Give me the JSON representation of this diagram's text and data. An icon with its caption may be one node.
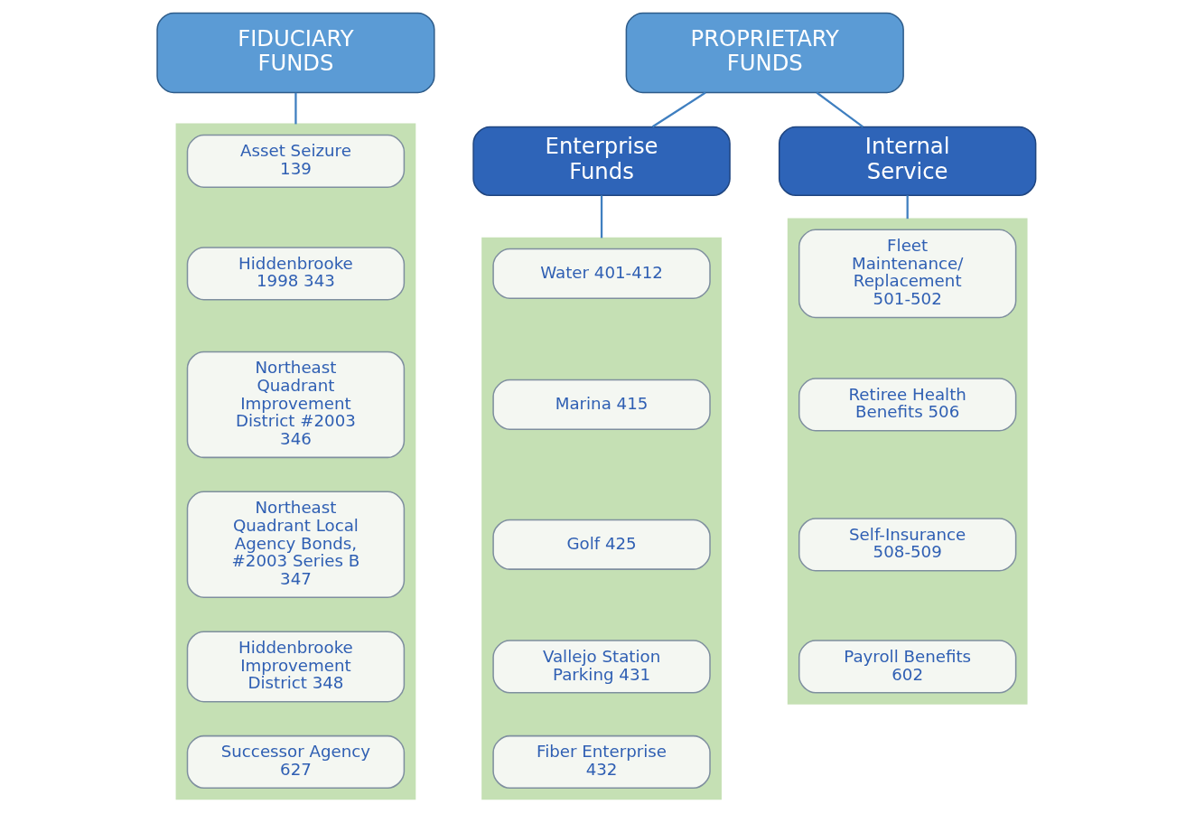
{
  "diagram": {
    "nodes": [
      {
        "text": [
          "FIDUCIARY FUNDS"
        ]
      },
      {
        "text": [],
        "shape": "box"
      },
      {
        "text": [
          "Asset Seizure 139"
        ],
        "in": 1
      },
      {
        "text": [
          "Hiddenbrooke 1998 343"
        ],
        "in": 1
      },
      {
        "text": [
          "Northeast Quadrant Improvement District #2003 346"
        ],
        "in": 1
      },
      {
        "text": [
          "Northeast Quadrant Local Agency Bonds, #2003 Series B 347"
        ],
        "in": 1
      },
      {
        "text": [
          "Hiddenbrooke Improvement District 348"
        ],
        "in": 1
      },
      {
        "text": [
          "Successor Agency 627"
        ],
        "in": 1
      },
      {
        "text": [
          "PROPRIETARY FUNDS"
        ]
      },
      {
        "text": [
          "Enterprise Funds"
        ]
      },
      {
        "text": [
          "Internal Service"
        ]
      },
      {
        "text": [],
        "shape": "box"
      },
      {
        "text": [
          "Water 401-412"
        ],
        "in": 11
      },
      {
        "text": [
          "Marina 415"
        ],
        "in": 11
      },
      {
        "text": [
          "Golf 425"
        ],
        "in": 11
      },
      {
        "text": [
          "Vallejo Station Parking 431"
        ],
        "in": 11
      },
      {
        "text": [
          "Fiber Enterprise 432"
        ],
        "in": 11
      },
      {
        "text": [],
        "shape": "box"
      },
      {
        "text": [
          "Fleet Maintenance/ Replacement 501-502"
        ],
        "in": 17
      },
      {
        "text": [
          "Retiree Health Benefits 506"
        ],
        "in": 17
      },
      {
        "text": [
          "Self-Insurance 508-509"
        ],
        "in": 17
      },
      {
        "text": [
          "Payroll Benefits 602"
        ],
        "in": 17
      }
    ],
    "edges": [
      {
        "from": 0,
        "to": 1,
        "arrow": "none"
      },
      {
        "from": 8,
        "to": 9,
        "arrow": "none"
      },
      {
        "from": 8,
        "to": 10,
        "arrow": "none"
      },
      {
        "from": 9,
        "to": 11,
        "arrow": "none"
      },
      {
        "from": 10,
        "to": 17,
        "arrow": "none"
      }
    ]
  }
}
